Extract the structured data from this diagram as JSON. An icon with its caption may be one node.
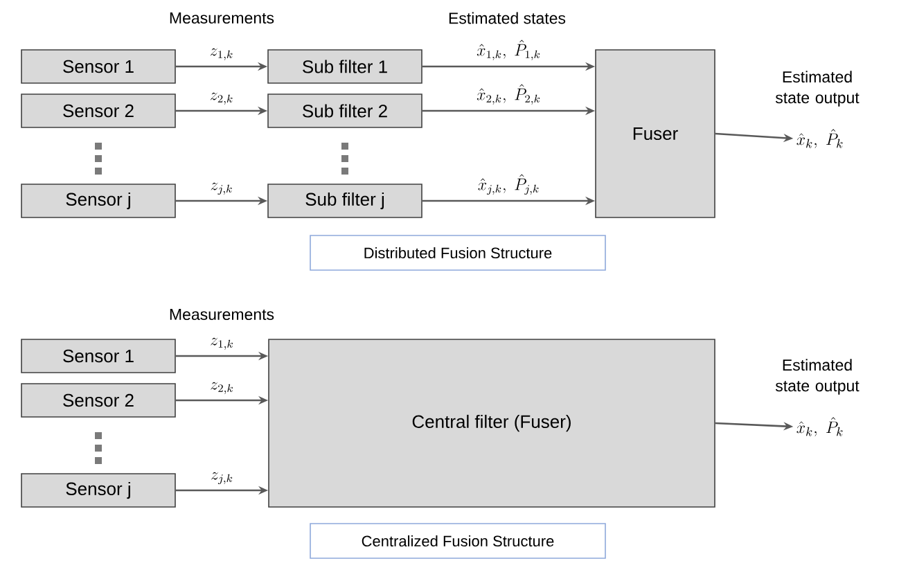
{
  "diagram": {
    "nodes": [
      {
        "text": [
          "Sensor 1"
        ]
      },
      {
        "text": [
          "Sensor 2"
        ]
      },
      {
        "text": [
          "Sensor j"
        ]
      },
      {
        "text": [
          "Sub filter 1"
        ]
      },
      {
        "text": [
          "Sub filter 2"
        ]
      },
      {
        "text": [
          "Sub filter j"
        ]
      },
      {
        "text": [
          "Fuser"
        ]
      },
      {
        "text": [
          "\\hat{x}_k,\\ \\hat{P}_k"
        ],
        "beside": [
          "Estimated state output"
        ]
      },
      {
        "text": [
          "Distributed Fusion Structure"
        ]
      },
      {
        "text": [
          "Sensor 1"
        ]
      },
      {
        "text": [
          "Sensor 2"
        ]
      },
      {
        "text": [
          "Sensor j"
        ]
      },
      {
        "text": [
          "Central filter (Fuser)"
        ]
      },
      {
        "text": [
          "\\hat{x}_k,\\ \\hat{P}_k"
        ],
        "beside": [
          "Estimated state output"
        ]
      },
      {
        "text": [
          "Centralized Fusion Structure"
        ]
      }
    ],
    "edges": [
      {
        "from": 0,
        "to": 3,
        "arrow": "to",
        "label": "z_{1,k}"
      },
      {
        "from": 1,
        "to": 4,
        "arrow": "to",
        "label": "z_{2,k}"
      },
      {
        "from": 2,
        "to": 5,
        "arrow": "to",
        "label": "z_{j,k}"
      },
      {
        "from": 3,
        "to": 6,
        "arrow": "to",
        "label": "\\hat{x}_{1,k},\\ \\hat{P}_{1,k}"
      },
      {
        "from": 4,
        "to": 6,
        "arrow": "to",
        "label": "\\hat{x}_{2,k},\\ \\hat{P}_{2,k}"
      },
      {
        "from": 5,
        "to": 6,
        "arrow": "to",
        "label": "\\hat{x}_{j,k},\\ \\hat{P}_{j,k}"
      },
      {
        "from": 6,
        "to": 7,
        "arrow": "to"
      },
      {
        "from": 9,
        "to": 12,
        "arrow": "to",
        "label": "z_{1,k}"
      },
      {
        "from": 10,
        "to": 12,
        "arrow": "to",
        "label": "z_{2,k}"
      },
      {
        "from": 11,
        "to": 12,
        "arrow": "to",
        "label": "z_{j,k}"
      },
      {
        "from": 12,
        "to": 13,
        "arrow": "to"
      }
    ],
    "labels": [
      "Measurements",
      "Estimated states",
      "Measurements"
    ]
  }
}
